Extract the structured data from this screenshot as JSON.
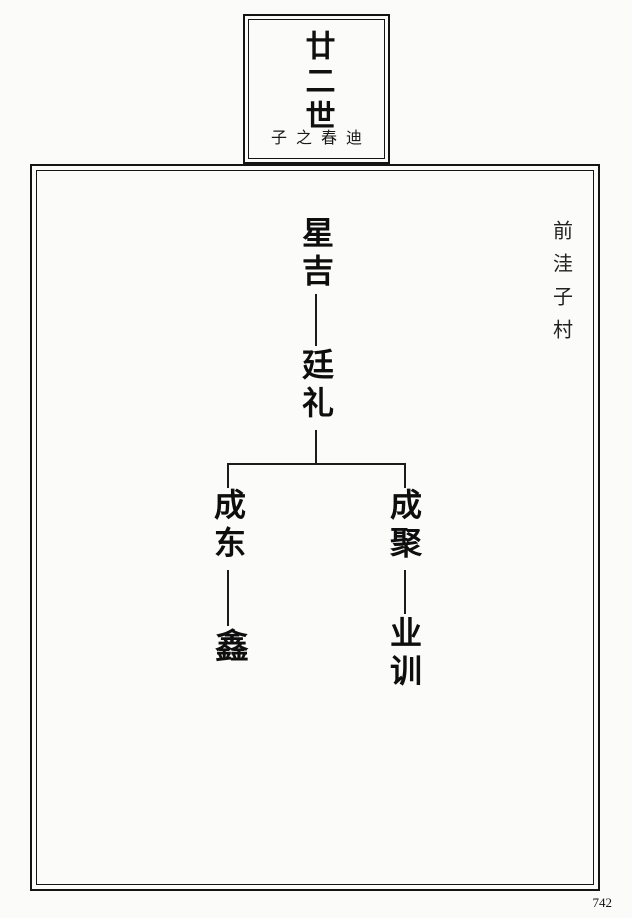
{
  "page": {
    "number": "742",
    "paper_color": "#fbfbf9",
    "ink_color": "#141414"
  },
  "generation_box": {
    "title": "廿二世",
    "subtitle": "子之春迪"
  },
  "village_label": "前洼子村",
  "tree": {
    "root": "星吉",
    "child": "廷礼",
    "branches": [
      {
        "name": "成东",
        "child": "鑫"
      },
      {
        "name": "成聚",
        "child": "业训"
      }
    ]
  }
}
